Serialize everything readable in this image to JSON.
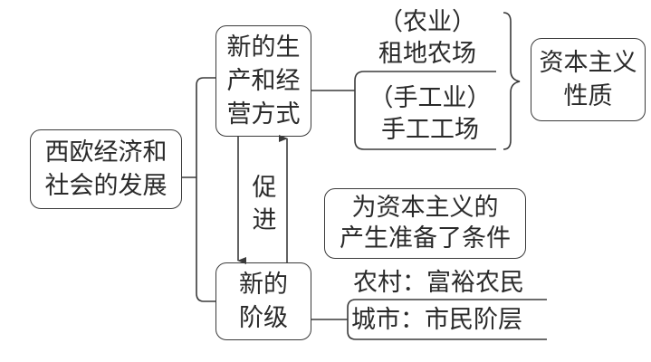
{
  "diagram": {
    "root": {
      "lines": [
        "西欧经济和",
        "社会的发展"
      ]
    },
    "production": {
      "lines": [
        "新的生",
        "产和经",
        "营方式"
      ]
    },
    "classes": {
      "lines": [
        "新的",
        "阶级"
      ]
    },
    "promote_label": {
      "lines": [
        "促",
        "进"
      ]
    },
    "agriculture": {
      "sector": "（农业）",
      "form": "租地农场"
    },
    "handicraft": {
      "sector": "（手工业）",
      "form": "手工工场"
    },
    "nature": {
      "lines": [
        "资本主义",
        "性质"
      ]
    },
    "preparation": {
      "lines": [
        "为资本主义的",
        "产生准备了条件"
      ]
    },
    "rural": {
      "text": "农村：富裕农民"
    },
    "urban": {
      "text": "城市：市民阶层"
    },
    "colors": {
      "stroke": "#3a3a3a",
      "text": "#2a2a2a",
      "background": "#ffffff"
    }
  }
}
